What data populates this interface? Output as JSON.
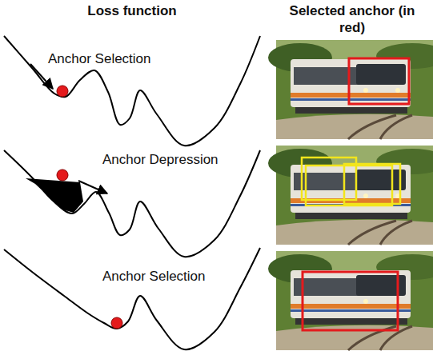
{
  "diagram": {
    "labels": [
      "Loss function",
      "Selected anchor (in red)",
      "Anchor Selection",
      "Anchor Depression",
      "Anchor Selection"
    ]
  }
}
